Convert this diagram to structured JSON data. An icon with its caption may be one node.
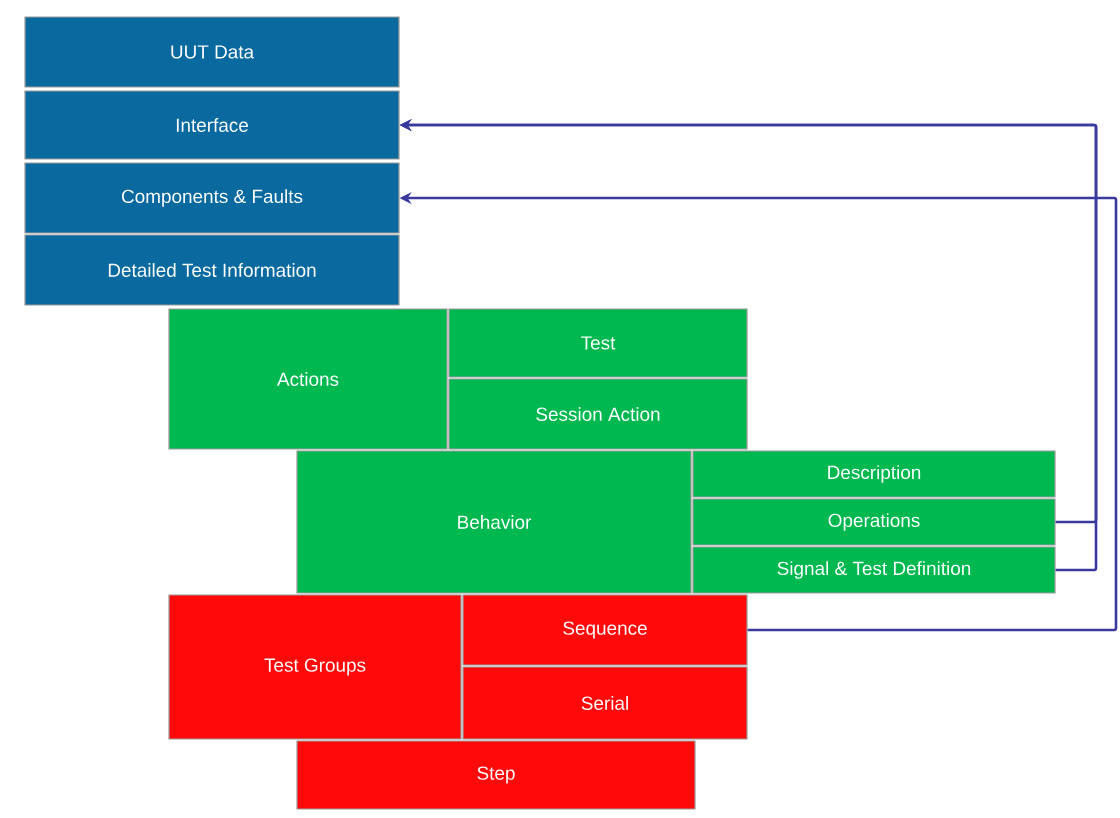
{
  "diagram": {
    "nodes": [
      {
        "text": [
          "UUT Data"
        ]
      },
      {
        "text": [
          "Interface"
        ]
      },
      {
        "text": [
          "Components & Faults"
        ]
      },
      {
        "text": [
          "Detailed Test Information"
        ]
      },
      {
        "text": [
          "Actions"
        ]
      },
      {
        "text": [
          "Test"
        ]
      },
      {
        "text": [
          "Session Action"
        ]
      },
      {
        "text": [
          "Behavior"
        ]
      },
      {
        "text": [
          "Description"
        ]
      },
      {
        "text": [
          "Operations"
        ]
      },
      {
        "text": [
          "Signal & Test Definition"
        ]
      },
      {
        "text": [
          "Test Groups"
        ]
      },
      {
        "text": [
          "Sequence"
        ]
      },
      {
        "text": [
          "Serial"
        ]
      },
      {
        "text": [
          "Step"
        ]
      }
    ],
    "edges": [
      {
        "from": 9,
        "to": 1,
        "arrow": "to"
      },
      {
        "from": 10,
        "to": 1,
        "arrow": "to"
      },
      {
        "from": 12,
        "to": 2,
        "arrow": "to"
      }
    ]
  }
}
